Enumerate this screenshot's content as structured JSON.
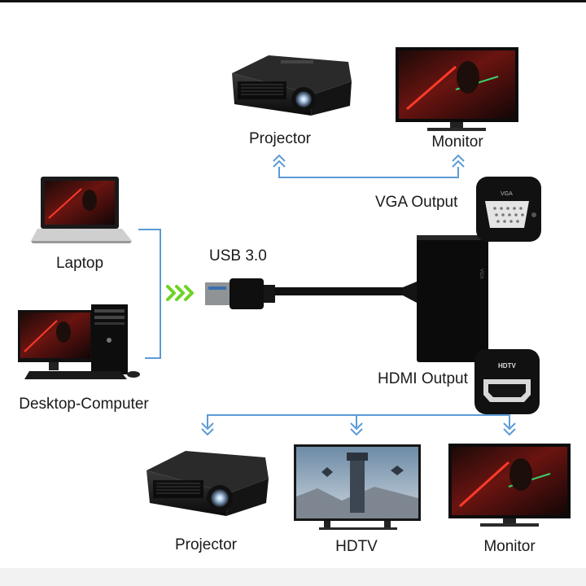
{
  "labels": {
    "projector_top": "Projector",
    "monitor_top": "Monitor",
    "vga_output": "VGA Output",
    "laptop": "Laptop",
    "usb": "USB 3.0",
    "desktop": "Desktop-Computer",
    "hdmi_output": "HDMI Output",
    "projector_bottom": "Projector",
    "hdtv": "HDTV",
    "monitor_bottom": "Monitor"
  },
  "port_labels": {
    "vga": "VGA",
    "hdtv": "HDTV"
  },
  "colors": {
    "line_blue": "#5b9bd5",
    "arrow_green": "#6ed321",
    "device_black": "#111111"
  }
}
